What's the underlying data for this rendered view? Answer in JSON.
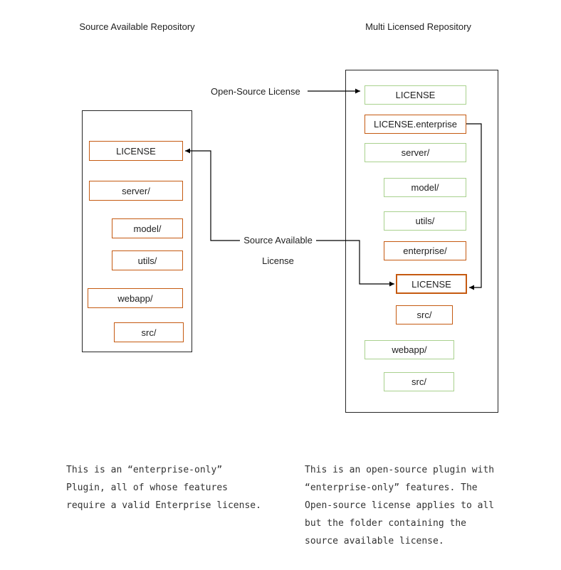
{
  "titles": {
    "left": "Source Available Repository",
    "right": "Multi Licensed Repository"
  },
  "arrow_labels": {
    "open_source": "Open-Source License",
    "source_available_line1": "Source Available",
    "source_available_line2": "License"
  },
  "left_repo": {
    "items": [
      {
        "label": "LICENSE",
        "color": "orange"
      },
      {
        "label": "server/",
        "color": "orange"
      },
      {
        "label": "model/",
        "color": "orange"
      },
      {
        "label": "utils/",
        "color": "orange"
      },
      {
        "label": "webapp/",
        "color": "orange"
      },
      {
        "label": "src/",
        "color": "orange"
      }
    ]
  },
  "right_repo": {
    "items": [
      {
        "label": "LICENSE",
        "color": "green"
      },
      {
        "label": "LICENSE.enterprise",
        "color": "orange"
      },
      {
        "label": "server/",
        "color": "green"
      },
      {
        "label": "model/",
        "color": "green"
      },
      {
        "label": "utils/",
        "color": "green"
      },
      {
        "label": "enterprise/",
        "color": "orange"
      },
      {
        "label": "LICENSE",
        "color": "orange"
      },
      {
        "label": "src/",
        "color": "orange"
      },
      {
        "label": "webapp/",
        "color": "green"
      },
      {
        "label": "src/",
        "color": "green"
      }
    ]
  },
  "captions": {
    "left": [
      "This is an “enterprise-only”",
      "Plugin, all of whose features",
      "require a valid Enterprise license."
    ],
    "right": [
      "This is an open-source plugin with",
      "“enterprise-only” features. The",
      "Open-source license applies to all",
      "but the folder containing the",
      "source available license."
    ]
  },
  "colors": {
    "orange": "#C55A11",
    "green": "#A9D18E",
    "arrow": "#000000"
  }
}
